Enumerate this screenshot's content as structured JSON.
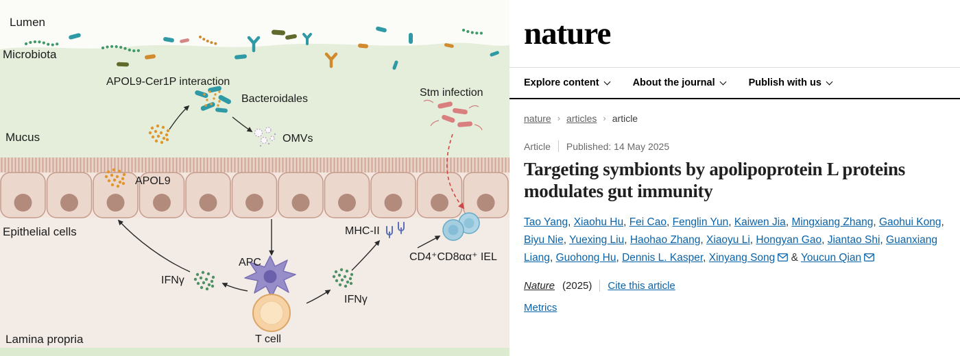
{
  "colors": {
    "link_blue": "#0b63a8",
    "mucus_green": "#e4eeda",
    "epithelium_pink": "#ecd7cd",
    "stm_red": "#cc4747"
  },
  "figure": {
    "labels": {
      "lumen": "Lumen",
      "microbiota": "Microbiota",
      "apol9_cer1p": "APOL9-Cer1P interaction",
      "bacteroidales": "Bacteroidales",
      "mucus": "Mucus",
      "omvs": "OMVs",
      "apol9": "APOL9",
      "stm_infection": "Stm infection",
      "epithelial_cells": "Epithelial cells",
      "mhc2": "MHC-II",
      "iel": "CD4⁺CD8αα⁺ IEL",
      "apc": "APC",
      "ifng_left": "IFNγ",
      "ifng_right": "IFNγ",
      "t_cell": "T cell",
      "lamina_propria": "Lamina propria"
    }
  },
  "site": {
    "logo": "nature",
    "nav": [
      {
        "label": "Explore content"
      },
      {
        "label": "About the journal"
      },
      {
        "label": "Publish with us"
      }
    ],
    "breadcrumb": [
      {
        "label": "nature"
      },
      {
        "label": "articles"
      },
      {
        "label": "article"
      }
    ]
  },
  "article": {
    "type_label": "Article",
    "published": "Published: 14 May 2025",
    "title": "Targeting symbionts by apolipoprotein L proteins modulates gut immunity",
    "authors": [
      {
        "name": "Tao Yang"
      },
      {
        "name": "Xiaohu Hu"
      },
      {
        "name": "Fei Cao"
      },
      {
        "name": "Fenglin Yun"
      },
      {
        "name": "Kaiwen Jia"
      },
      {
        "name": "Mingxiang Zhang"
      },
      {
        "name": "Gaohui Kong"
      },
      {
        "name": "Biyu Nie"
      },
      {
        "name": "Yuexing Liu"
      },
      {
        "name": "Haohao Zhang"
      },
      {
        "name": "Xiaoyu Li"
      },
      {
        "name": "Hongyan Gao"
      },
      {
        "name": "Jiantao Shi"
      },
      {
        "name": "Guanxiang Liang"
      },
      {
        "name": "Guohong Hu"
      },
      {
        "name": "Dennis L. Kasper"
      },
      {
        "name": "Xinyang Song",
        "email": true
      },
      {
        "name": "Youcun Qian",
        "email": true
      }
    ],
    "journal": "Nature",
    "year": "(2025)",
    "cite_label": "Cite this article",
    "metrics_label": "Metrics"
  }
}
